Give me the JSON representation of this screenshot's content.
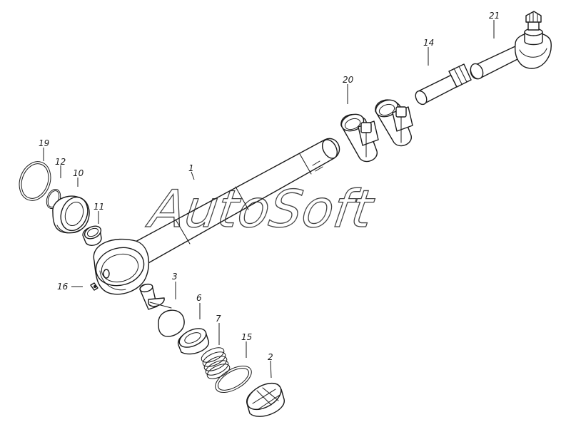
{
  "watermark": "AutoSoft",
  "callouts": {
    "p1": "1",
    "p2": "2",
    "p3": "3",
    "p6": "6",
    "p7": "7",
    "p10": "10",
    "p11": "11",
    "p12": "12",
    "p14": "14",
    "p15": "15",
    "p16": "16",
    "p19": "19",
    "p20": "20",
    "p21": "21"
  }
}
